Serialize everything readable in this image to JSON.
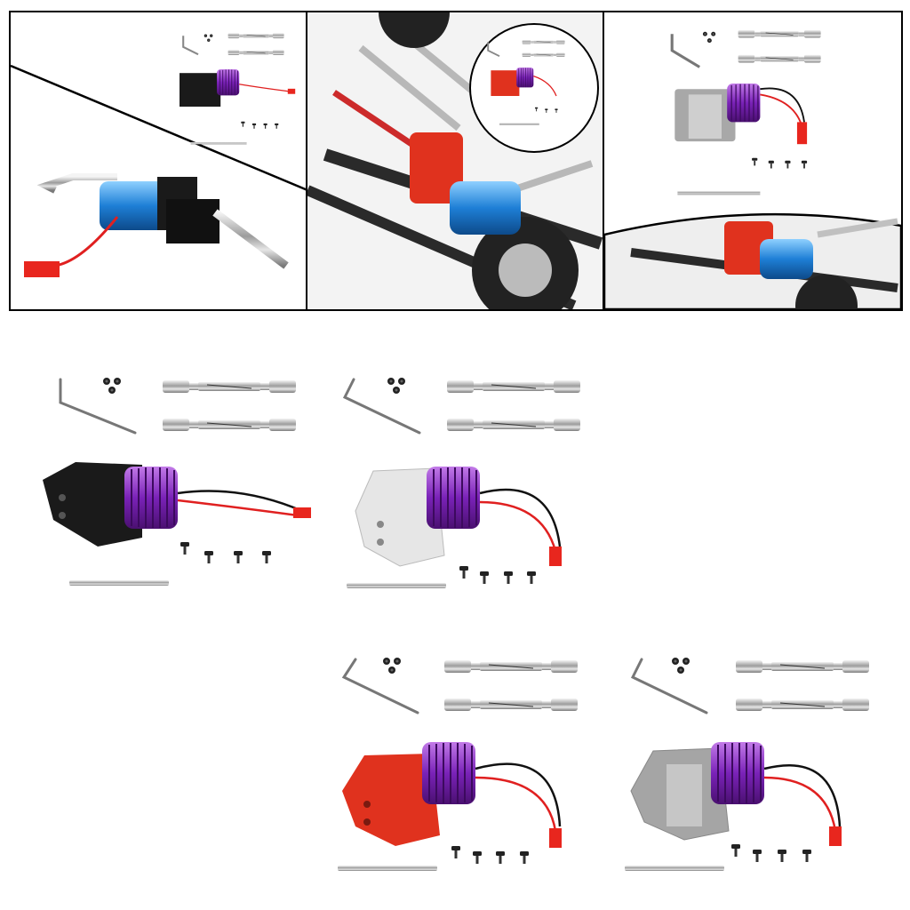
{
  "image": {
    "kind": "product-photo-collage",
    "background": "#ffffff",
    "colors": {
      "black_gearbox": "#1a1a1a",
      "silver_gearbox": "#d9d9d9",
      "red_gearbox": "#e0321e",
      "gray_gearbox": "#9a9a9a",
      "heatsink": "#8a2fc4",
      "motor_blue": "#2a8fe0",
      "wire_red": "#e02020",
      "connector_red": "#e8261e",
      "metal": "#c8c8c8"
    },
    "top_panels": [
      "kit-overview-black",
      "installed-red-on-chassis",
      "kit-gray-installed"
    ],
    "variants": [
      "black",
      "silver",
      "red",
      "gray"
    ]
  }
}
